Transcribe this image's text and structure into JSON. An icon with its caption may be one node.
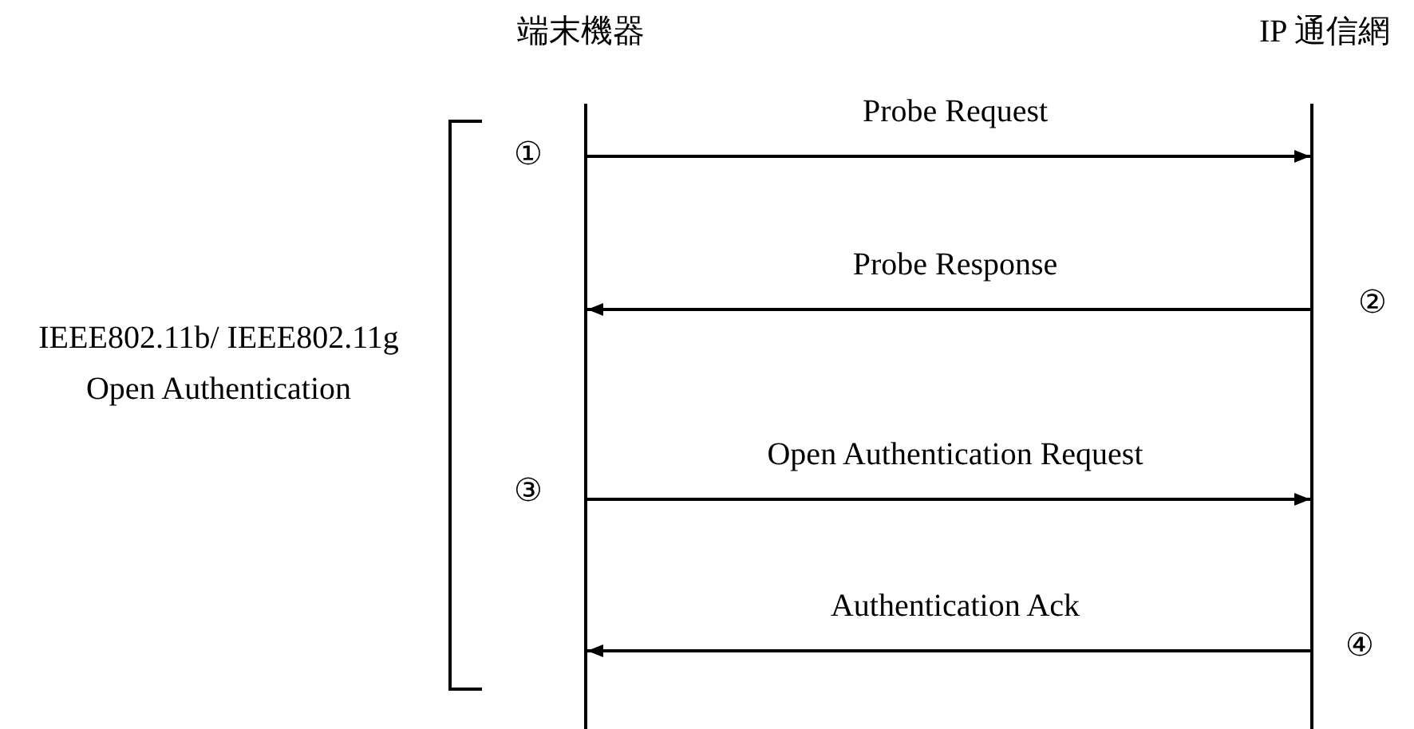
{
  "diagram": {
    "nodes": [
      {
        "text": [
          "端末機器"
        ]
      },
      {
        "text": [
          "IP 通信網"
        ]
      }
    ],
    "edges": [
      {
        "from": 0,
        "to": 1,
        "arrow": "to",
        "label": "Probe Request"
      },
      {
        "from": 1,
        "to": 0,
        "arrow": "to",
        "label": "Probe Response"
      },
      {
        "from": 0,
        "to": 1,
        "arrow": "to",
        "label": "Open Authentication Request"
      },
      {
        "from": 1,
        "to": 0,
        "arrow": "to",
        "label": "Authentication Ack"
      }
    ],
    "labels": [
      "①",
      "②",
      "③",
      "④",
      "IEEE802.11b/ IEEE802.11g Open Authentication"
    ]
  }
}
